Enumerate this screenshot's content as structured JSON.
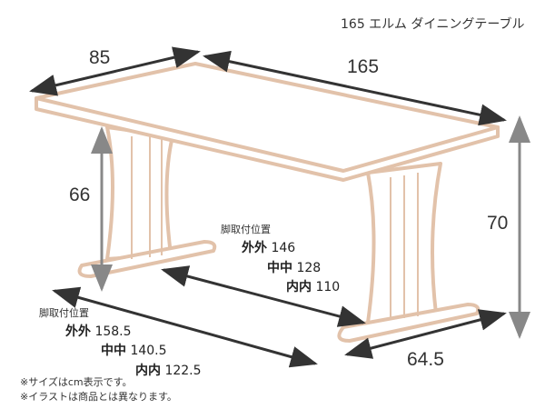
{
  "title": "165 エルム ダイニングテーブル",
  "dimensions": {
    "depth": "85",
    "width": "165",
    "leg_height": "66",
    "height": "70",
    "foot_length": "64.5"
  },
  "leg_position_upper": {
    "label": "脚取付位置",
    "rows": [
      {
        "key": "外外",
        "value": "146"
      },
      {
        "key": "中中",
        "value": "128"
      },
      {
        "key": "内内",
        "value": "110"
      }
    ]
  },
  "leg_position_lower": {
    "label": "脚取付位置",
    "rows": [
      {
        "key": "外外",
        "value": "158.5"
      },
      {
        "key": "中中",
        "value": "140.5"
      },
      {
        "key": "内内",
        "value": "122.5"
      }
    ]
  },
  "notes": [
    "※サイズはcm表示です。",
    "※イラストは商品とは異なります。"
  ],
  "colors": {
    "wood": "#e2c2aa",
    "arrow": "#333333",
    "arrow_gray": "#888888"
  }
}
